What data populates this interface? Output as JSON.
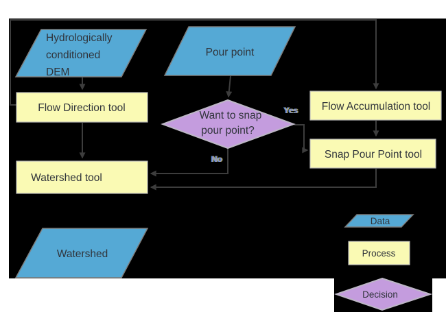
{
  "colors": {
    "page_bg": "#ffffff",
    "diagram_bg": "#000000",
    "data_fill": "#55a9d5",
    "process_fill": "#fafab4",
    "decision_fill": "#c49cde",
    "data_stroke": "#7d7d7d",
    "process_stroke": "#b9b9b9",
    "decision_stroke": "#bdb7c6",
    "connector": "#3d3d3d",
    "text": "#30343b",
    "edge_label": "#8a8fc9"
  },
  "nodes": {
    "dem": {
      "type": "data",
      "label": "Hydrologically conditioned DEM",
      "lines": [
        "Hydrologically",
        "conditioned",
        "DEM"
      ]
    },
    "pour_point": {
      "type": "data",
      "label": "Pour point"
    },
    "flow_direction": {
      "type": "process",
      "label": "Flow Direction tool"
    },
    "flow_accumulation": {
      "type": "process",
      "label": "Flow Accumulation tool"
    },
    "snap_pour_point": {
      "type": "process",
      "label": "Snap Pour Point tool"
    },
    "decision": {
      "type": "decision",
      "label": "Want to snap pour point?",
      "lines": [
        "Want to snap",
        "pour point?"
      ]
    },
    "watershed_tool": {
      "type": "process",
      "label": "Watershed tool"
    },
    "watershed": {
      "type": "data",
      "label": "Watershed"
    }
  },
  "edges": {
    "yes_label": "Yes",
    "no_label": "No",
    "connections": [
      {
        "from": "dem",
        "to": "flow_direction"
      },
      {
        "from": "pour_point",
        "to": "decision"
      },
      {
        "from": "flow_direction",
        "to": "flow_accumulation"
      },
      {
        "from": "flow_direction",
        "to": "watershed_tool"
      },
      {
        "from": "flow_accumulation",
        "to": "snap_pour_point"
      },
      {
        "from": "decision",
        "to": "snap_pour_point",
        "label": "Yes"
      },
      {
        "from": "decision",
        "to": "watershed_tool",
        "label": "No"
      },
      {
        "from": "snap_pour_point",
        "to": "watershed_tool"
      }
    ]
  },
  "legend": {
    "data": {
      "label": "Data"
    },
    "process": {
      "label": "Process"
    },
    "decision": {
      "label": "Decision"
    }
  }
}
